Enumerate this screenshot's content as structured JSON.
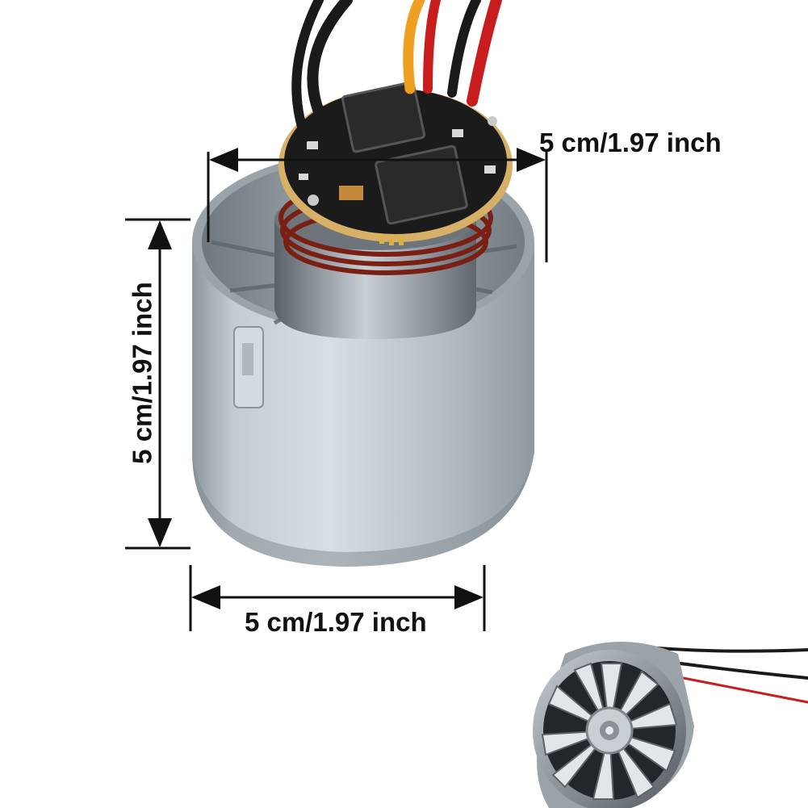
{
  "dimensions": {
    "top_width_label": "5 cm/1.97 inch",
    "height_label": "5 cm/1.97 inch",
    "bottom_width_label": "5 cm/1.97 inch"
  },
  "colors": {
    "background": "#ffffff",
    "dimension_lines": "#111111",
    "housing_metal": "#b9c2c9",
    "pcb": "#1b1b1b",
    "wire_red": "#c81d1d",
    "wire_orange": "#f0a020",
    "wire_black": "#1a1a1a",
    "copper_coil": "#7a1f14"
  }
}
